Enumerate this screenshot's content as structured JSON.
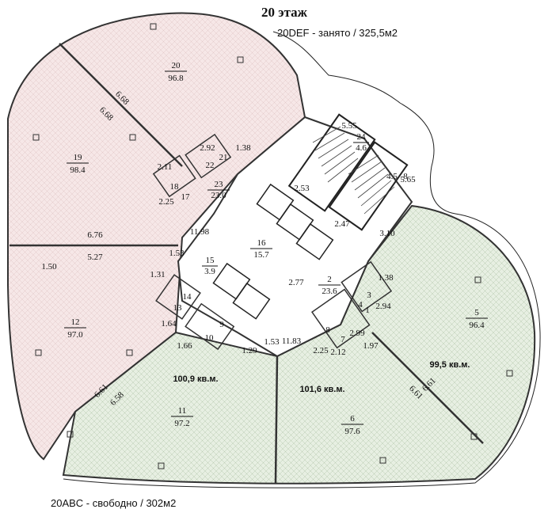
{
  "plan": {
    "title": "20 этаж",
    "status_occupied": "20DEF -  занято / 325,5м2",
    "status_free": "20ABC -  свободно  / 302м2"
  },
  "rooms": [
    {
      "id": "20",
      "area": "96.8"
    },
    {
      "id": "19",
      "area": "98.4"
    },
    {
      "id": "12",
      "area": "97.0"
    },
    {
      "id": "11",
      "area": "97.2"
    },
    {
      "id": "6",
      "area": "97.6"
    },
    {
      "id": "5",
      "area": "96.4"
    },
    {
      "id": "16",
      "area": "15.7"
    },
    {
      "id": "15",
      "area": "3.9"
    },
    {
      "id": "2",
      "area": "23.6"
    },
    {
      "id": "23",
      "area": "23.0"
    },
    {
      "id": "24",
      "area": "4.6"
    },
    {
      "id": "4.5",
      "area": "8"
    }
  ],
  "small_labels": [
    "18",
    "17",
    "14",
    "13",
    "10",
    "9",
    "8",
    "7",
    "3",
    "4",
    "21",
    "22",
    "1"
  ],
  "dimensions": [
    "6.68",
    "6.68",
    "2.92",
    "1.38",
    "2.11",
    "2.25",
    "6.76",
    "5.27",
    "1.50",
    "11.98",
    "1.53",
    "1.31",
    "1.64",
    "1.66",
    "1.29",
    "2.53",
    "2.47",
    "3.10",
    "2.77",
    "11.83",
    "1.53",
    "2.25",
    "2.12",
    "2.99",
    "2.94",
    "1.97",
    "1.38",
    "6.61",
    "6.61",
    "6.61",
    "6.58",
    "5.55",
    "5.65"
  ],
  "zone_areas": [
    "100,9 кв.м.",
    "101,6 кв.м.",
    "99,5 кв.м."
  ],
  "colors": {
    "occupied_fill": "#f4e4e4",
    "free_fill": "#e4ecdf",
    "wall": "#333333"
  }
}
